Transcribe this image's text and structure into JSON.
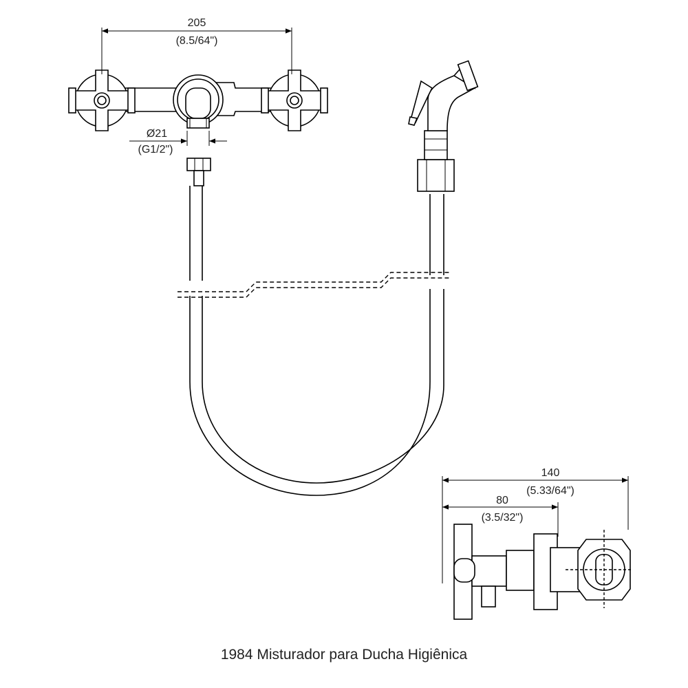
{
  "dimensions": {
    "width_mm": "205",
    "width_in": "(8.5/64\")",
    "diameter_mm": "Ø21",
    "diameter_in": "(G1/2\")",
    "depth_total_mm": "140",
    "depth_total_in": "(5.33/64\")",
    "depth_partial_mm": "80",
    "depth_partial_in": "(3.5/32\")"
  },
  "caption": "1984 Misturador para Ducha Higiênica"
}
